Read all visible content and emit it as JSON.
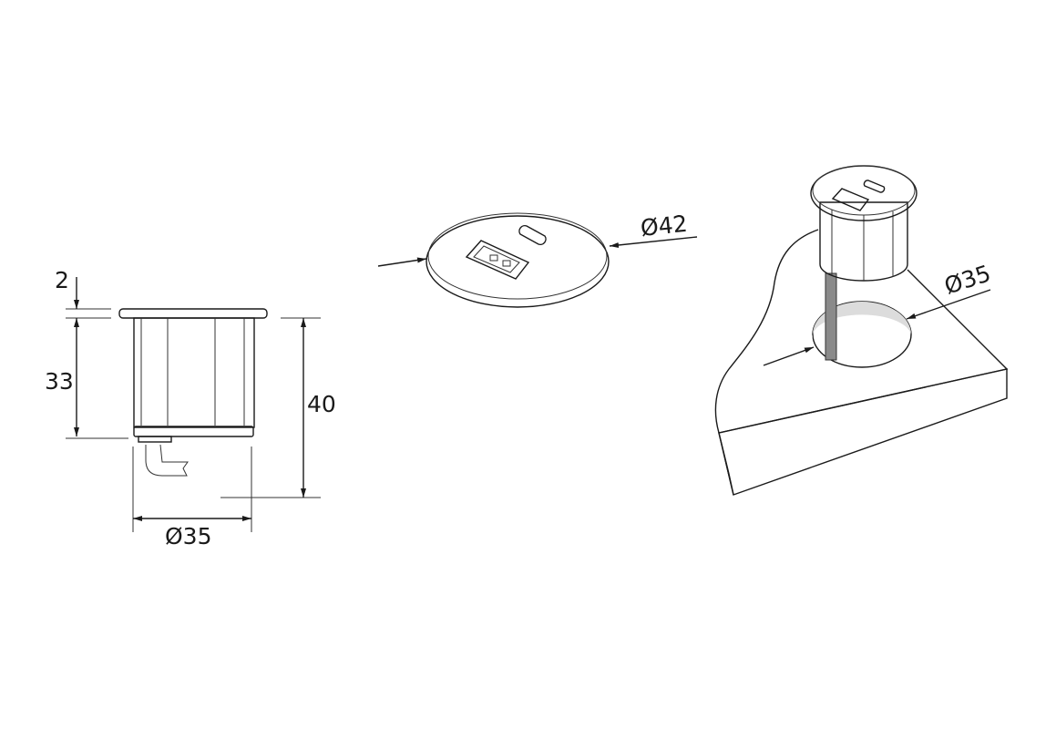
{
  "side_view": {
    "flange_thickness_label": "2",
    "body_height_label": "33",
    "total_height_label": "40",
    "diameter_label": "Ø35"
  },
  "top_view": {
    "cap_diameter_label": "Ø42"
  },
  "install_view": {
    "hole_diameter_label": "Ø35"
  },
  "colors": {
    "desk_top": "#f3ead8",
    "desk_edge": "#e4e4e4",
    "line": "#1a1a1a"
  }
}
